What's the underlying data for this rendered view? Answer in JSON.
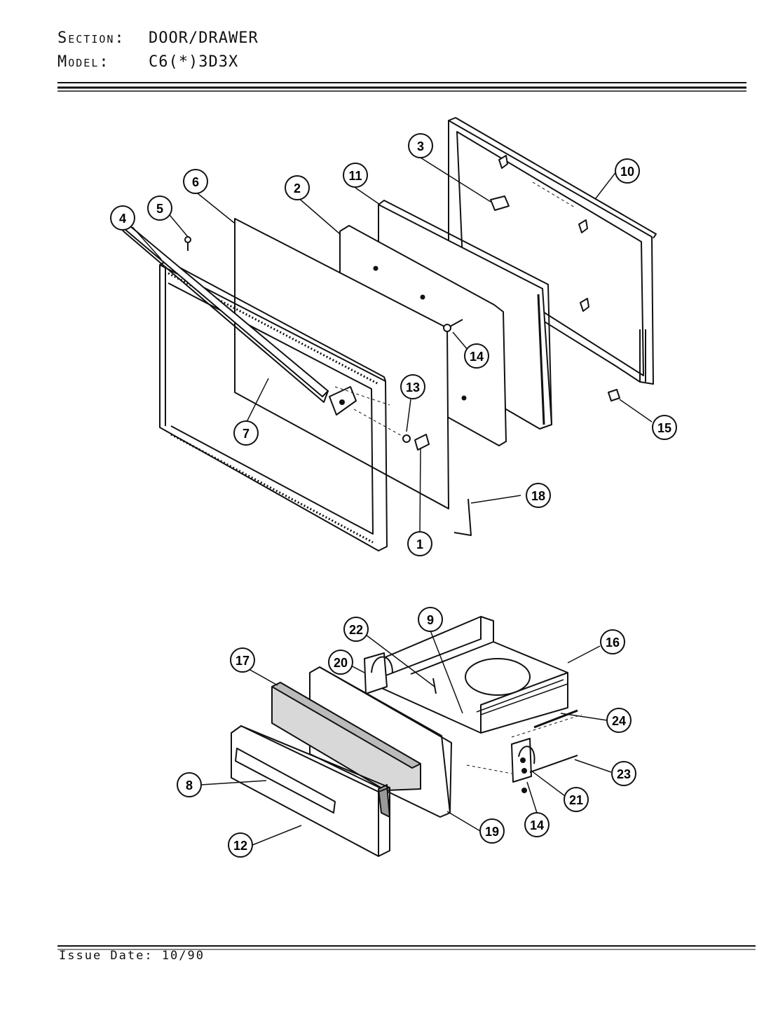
{
  "header": {
    "section_label": "Section:",
    "section_value": "DOOR/DRAWER",
    "model_label": "Model:",
    "model_value": "C6(*)3D3X"
  },
  "footer": {
    "issue_date": "Issue Date: 10/90"
  },
  "callouts": [
    "1",
    "2",
    "3",
    "4",
    "5",
    "6",
    "7",
    "8",
    "9",
    "10",
    "11",
    "12",
    "13",
    "14",
    "14",
    "15",
    "16",
    "17",
    "18",
    "19",
    "20",
    "21",
    "22",
    "23",
    "24"
  ]
}
